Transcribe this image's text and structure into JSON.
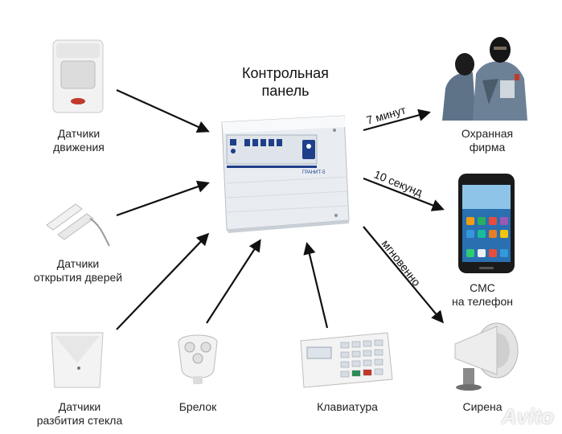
{
  "title": {
    "line1": "Контрольная",
    "line2": "панель"
  },
  "inputs": {
    "motion": {
      "line1": "Датчики",
      "line2": "движения",
      "icon": "motion-sensor-icon"
    },
    "door": {
      "line1": "Датчики",
      "line2": "открытия дверей",
      "icon": "door-sensor-icon"
    },
    "glass": {
      "line1": "Датчики",
      "line2": "разбития стекла",
      "icon": "glass-break-sensor-icon"
    },
    "keyfob": {
      "label": "Брелок",
      "icon": "keyfob-icon"
    },
    "keypad": {
      "label": "Клавиатура",
      "icon": "keypad-icon"
    }
  },
  "outputs": {
    "guard": {
      "line1": "Охранная",
      "line2": "фирма",
      "arrow_label": "7 минут",
      "icon": "security-guards-icon"
    },
    "phone": {
      "line1": "СМС",
      "line2": "на телефон",
      "arrow_label": "10 секунд",
      "icon": "smartphone-icon"
    },
    "siren": {
      "label": "Сирена",
      "arrow_label": "мгновенно",
      "icon": "siren-icon"
    }
  },
  "panel": {
    "brand": "ГРАНИТ-5",
    "icon": "control-panel-icon"
  },
  "watermark": "Avito",
  "colors": {
    "arrow": "#111111",
    "panel_body": "#eef1f4",
    "panel_display": "#1f3f8a"
  }
}
